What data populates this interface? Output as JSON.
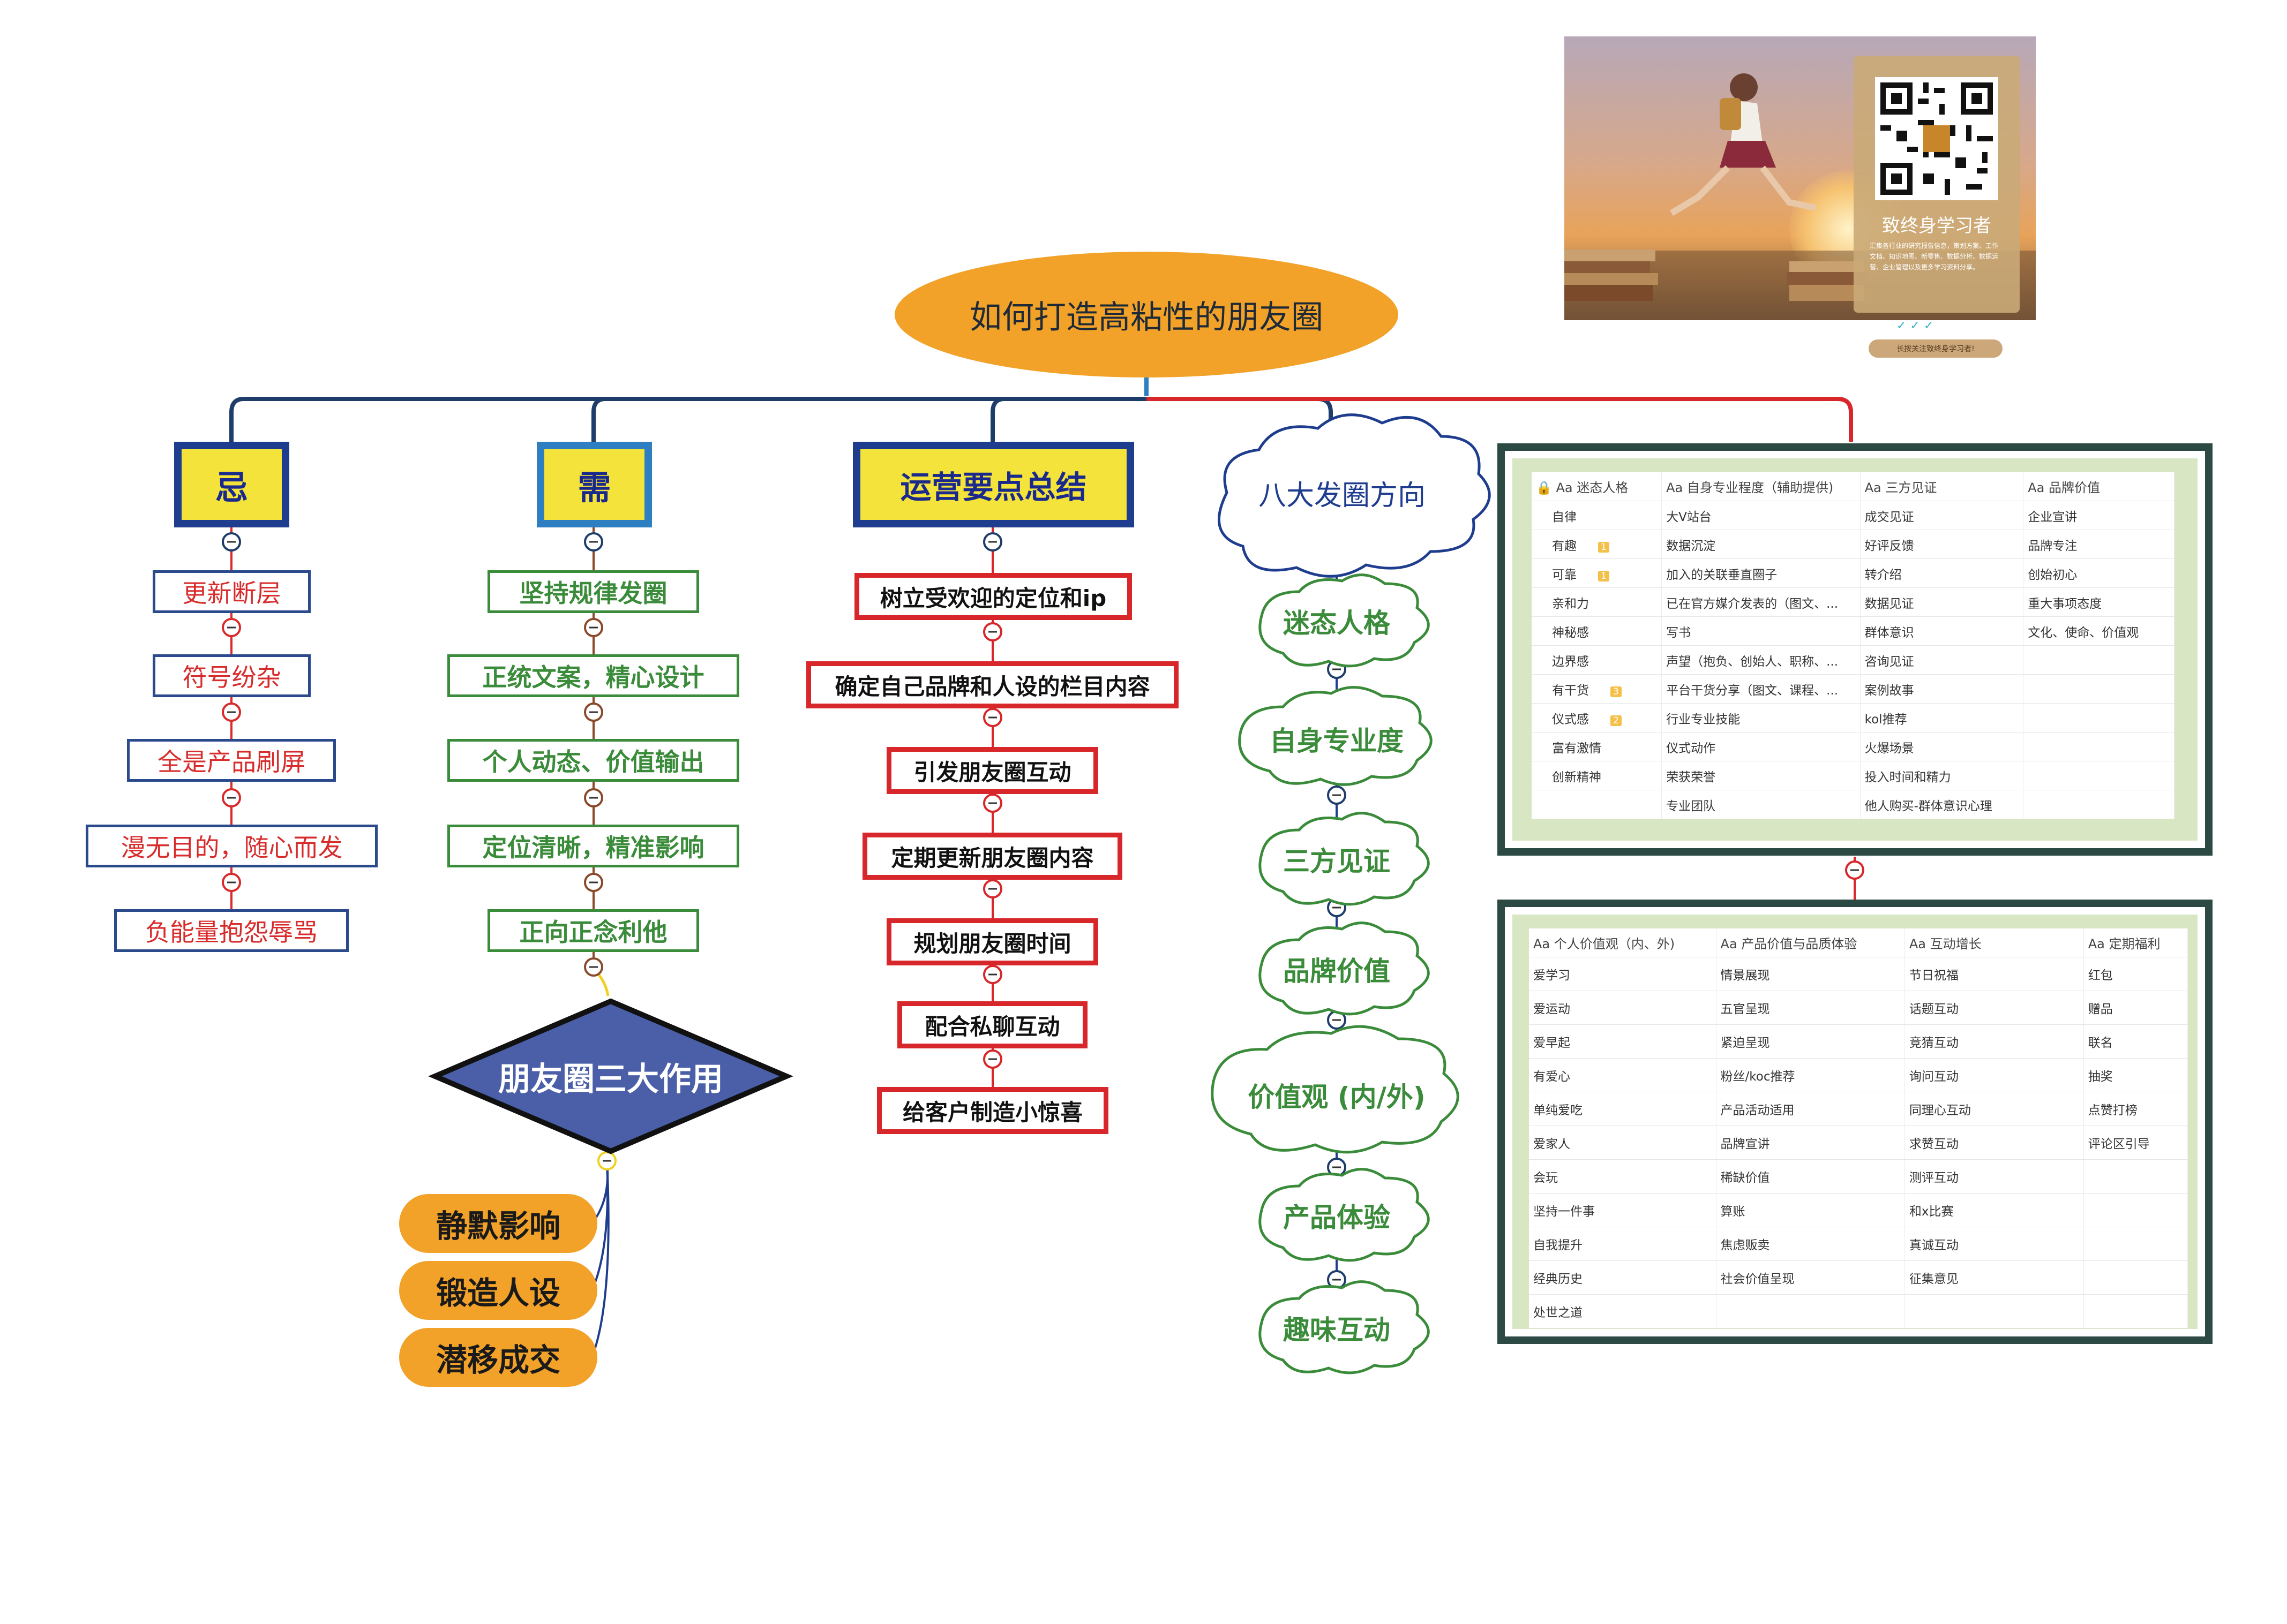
{
  "root": {
    "label": "如何打造高粘性的朋友圈"
  },
  "branches": {
    "ji": {
      "label": "忌",
      "items": [
        "更新断层",
        "符号纷杂",
        "全是产品刷屏",
        "漫无目的，随心而发",
        "负能量抱怨辱骂"
      ]
    },
    "xu": {
      "label": "需",
      "items": [
        "坚持规律发圈",
        "正统文案，精心设计",
        "个人动态、价值输出",
        "定位清晰，精准影响",
        "正向正念利他"
      ],
      "diamond": "朋友圈三大作用",
      "effects": [
        "静默影响",
        "锻造人设",
        "潜移成交"
      ]
    },
    "yunying": {
      "label": "运营要点总结",
      "items": [
        "树立受欢迎的定位和ip",
        "确定自己品牌和人设的栏目内容",
        "引发朋友圈互动",
        "定期更新朋友圈内容",
        "规划朋友圈时间",
        "配合私聊互动",
        "给客户制造小惊喜"
      ]
    },
    "bada": {
      "label": "八大发圈方向",
      "items": [
        "迷态人格",
        "自身专业度",
        "三方见证",
        "品牌价值",
        "价值观 (内/外)",
        "产品体验",
        "趣味互动"
      ]
    }
  },
  "table1": {
    "headers": [
      "Aa 迷态人格",
      "Aa 自身专业程度（辅助提供)",
      "Aa 三方见证",
      "Aa 品牌价值"
    ],
    "rows": [
      [
        "自律",
        "",
        "大V站台",
        "成交见证",
        "企业宣讲"
      ],
      [
        "有趣",
        "1",
        "数据沉淀",
        "好评反馈",
        "品牌专注"
      ],
      [
        "可靠",
        "1",
        "加入的关联垂直圈子",
        "转介绍",
        "创始初心"
      ],
      [
        "亲和力",
        "",
        "已在官方媒介发表的（图文、...",
        "数据见证",
        "重大事项态度"
      ],
      [
        "神秘感",
        "",
        "写书",
        "群体意识",
        "文化、使命、价值观"
      ],
      [
        "边界感",
        "",
        "声望（抱负、创始人、职称、...",
        "咨询见证",
        ""
      ],
      [
        "有干货",
        "3",
        "平台干货分享（图文、课程、...",
        "案例故事",
        ""
      ],
      [
        "仪式感",
        "2",
        "行业专业技能",
        "kol推荐",
        ""
      ],
      [
        "富有激情",
        "",
        "仪式动作",
        "火爆场景",
        ""
      ],
      [
        "创新精神",
        "",
        "荣获荣誉",
        "投入时间和精力",
        ""
      ],
      [
        "",
        "",
        "专业团队",
        "他人购买-群体意识心理",
        ""
      ]
    ]
  },
  "table2": {
    "headers": [
      "Aa 个人价值观（内、外)",
      "Aa 产品价值与品质体验",
      "Aa 互动增长",
      "Aa 定期福利"
    ],
    "rows": [
      [
        "爱学习",
        "情景展现",
        "节日祝福",
        "红包"
      ],
      [
        "爱运动",
        "五官呈现",
        "话题互动",
        "赠品"
      ],
      [
        "爱早起",
        "紧迫呈现",
        "竞猜互动",
        "联名"
      ],
      [
        "有爱心",
        "粉丝/koc推荐",
        "询问互动",
        "抽奖"
      ],
      [
        "单纯爱吃",
        "产品活动适用",
        "同理心互动",
        "点赞打榜"
      ],
      [
        "爱家人",
        "品牌宣讲",
        "求赞互动",
        "评论区引导"
      ],
      [
        "会玩",
        "稀缺价值",
        "测评互动",
        ""
      ],
      [
        "坚持一件事",
        "算账",
        "和x比赛",
        ""
      ],
      [
        "自我提升",
        "焦虑贩卖",
        "真诚互动",
        ""
      ],
      [
        "经典历史",
        "社会价值呈现",
        "征集意见",
        ""
      ],
      [
        "处世之道",
        "",
        "",
        ""
      ]
    ]
  },
  "promo": {
    "title": "致终身学习者",
    "desc": "汇集各行业的研究报告信息，策划方案、工作文档、知识地图、新零售、数据分析、数据运营、企业管理以及更多学习资料分享。",
    "pill": "长按关注致终身学习者!"
  },
  "colors": {
    "root": "#f2a229",
    "red": "#d8272b",
    "green": "#3a8b3a",
    "navy": "#1e3d8f",
    "panel": "#2c4a43"
  }
}
